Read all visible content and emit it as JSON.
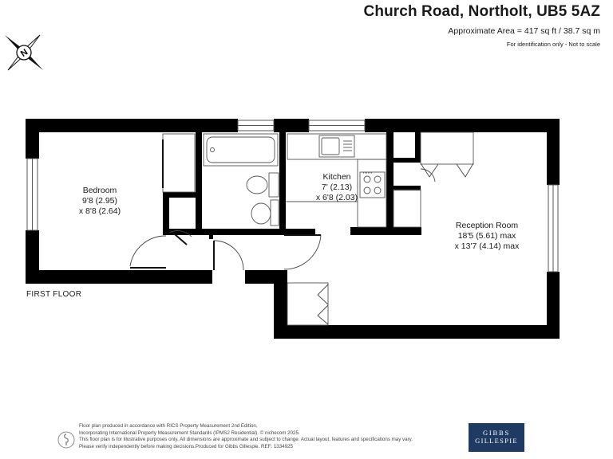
{
  "header": {
    "title": "Church Road, Northolt, UB5 5AZ",
    "area": "Approximate Area = 417 sq ft / 38.7 sq m",
    "identification": "For identification only - Not to scale"
  },
  "compass": {
    "letter": "N"
  },
  "rooms": {
    "bedroom": {
      "name": "Bedroom",
      "dim1": "9'8 (2.95)",
      "dim2": "x 8'8 (2.64)"
    },
    "kitchen": {
      "name": "Kitchen",
      "dim1": "7' (2.13)",
      "dim2": "x 6'8 (2.03)"
    },
    "reception": {
      "name": "Reception Room",
      "dim1": "18'5 (5.61) max",
      "dim2": "x 13'7 (4.14) max"
    }
  },
  "floor_label": "FIRST FLOOR",
  "footer": {
    "line1": "Floor plan produced in accordance with RICS Property Measurement 2nd Edition,",
    "line2": "Incorporating International Property Measurement Standards (IPMS2 Residential).  © nichecom 2025.",
    "line3": "This floor plan is for illustrative purposes only. All dimensions are approximate and subject to change. Actual layout, features and specifications may vary.",
    "line4": "Please verify independently before making decisions.Produced for Gibbs Gillespie.   REF:   1334925"
  },
  "brand": {
    "line1": "GIBBS",
    "line2": "GILLESPIE"
  },
  "colors": {
    "wall": "#000000",
    "fixture": "#555555",
    "brand": "#1f3a63"
  }
}
